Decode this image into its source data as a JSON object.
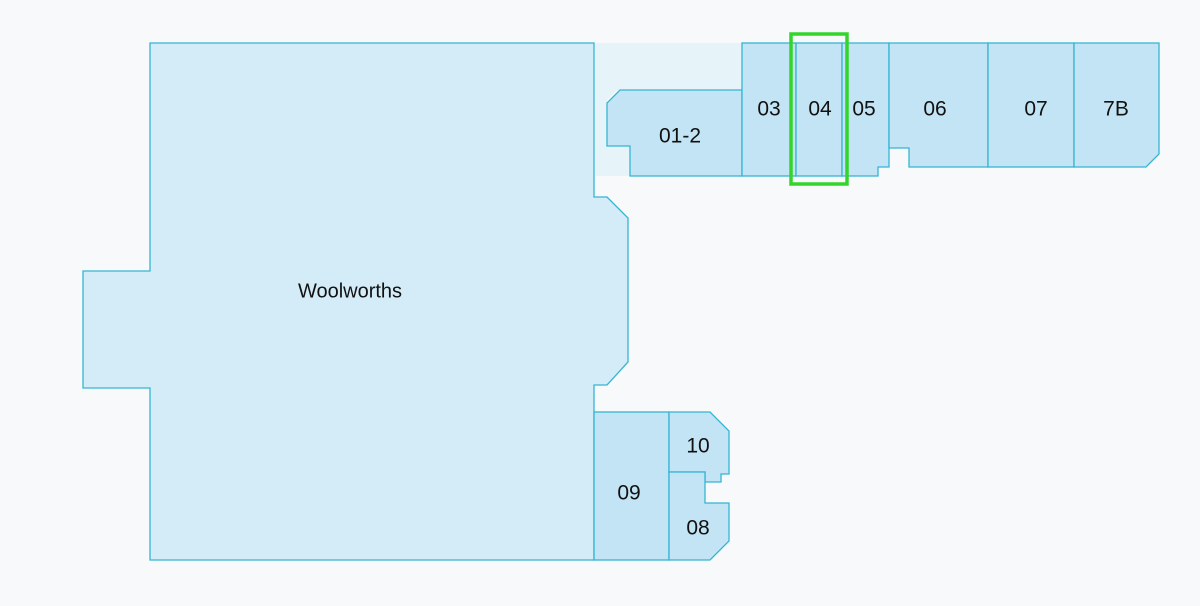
{
  "map": {
    "colors": {
      "background": "#f7f9fa",
      "corridor": "#e6f4fa",
      "anchor_fill": "#d3ecf8",
      "unit_fill": "#c3e4f4",
      "outline": "#35b5d3",
      "highlight": "#33d52a"
    },
    "selected_unit": "04",
    "units": {
      "woolworths": "Woolworths",
      "u01_2": "01-2",
      "u03": "03",
      "u04": "04",
      "u05": "05",
      "u06": "06",
      "u07": "07",
      "u7b": "7B",
      "u08": "08",
      "u09": "09",
      "u10": "10"
    }
  }
}
